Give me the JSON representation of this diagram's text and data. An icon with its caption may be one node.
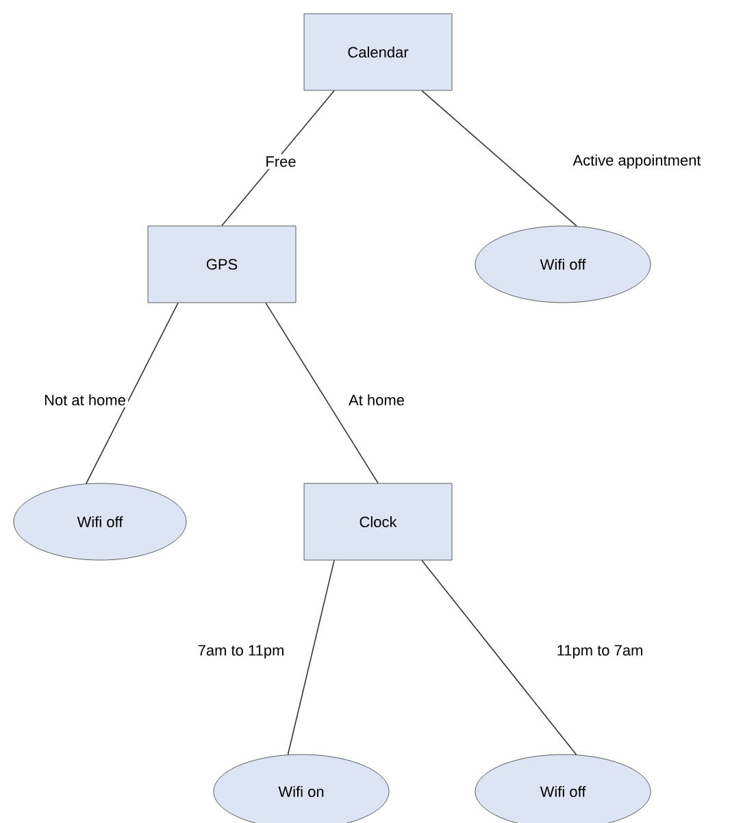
{
  "diagram": {
    "nodes": [
      {
        "text": [
          "Calendar"
        ]
      },
      {
        "text": [
          "GPS"
        ]
      },
      {
        "text": [
          "Wifi off"
        ]
      },
      {
        "text": [
          "Wifi off"
        ]
      },
      {
        "text": [
          "Clock"
        ]
      },
      {
        "text": [
          "Wifi on"
        ]
      },
      {
        "text": [
          "Wifi off"
        ]
      }
    ],
    "edges": [
      {
        "from": 0,
        "to": 1,
        "arrow": "none",
        "label": "Free"
      },
      {
        "from": 0,
        "to": 2,
        "arrow": "none",
        "label": "Active appointment"
      },
      {
        "from": 1,
        "to": 3,
        "arrow": "none",
        "label": "Not at home"
      },
      {
        "from": 1,
        "to": 4,
        "arrow": "none",
        "label": "At home"
      },
      {
        "from": 4,
        "to": 5,
        "arrow": "none",
        "label": "7am to 11pm"
      },
      {
        "from": 4,
        "to": 6,
        "arrow": "none",
        "label": "11pm to 7am"
      }
    ]
  }
}
